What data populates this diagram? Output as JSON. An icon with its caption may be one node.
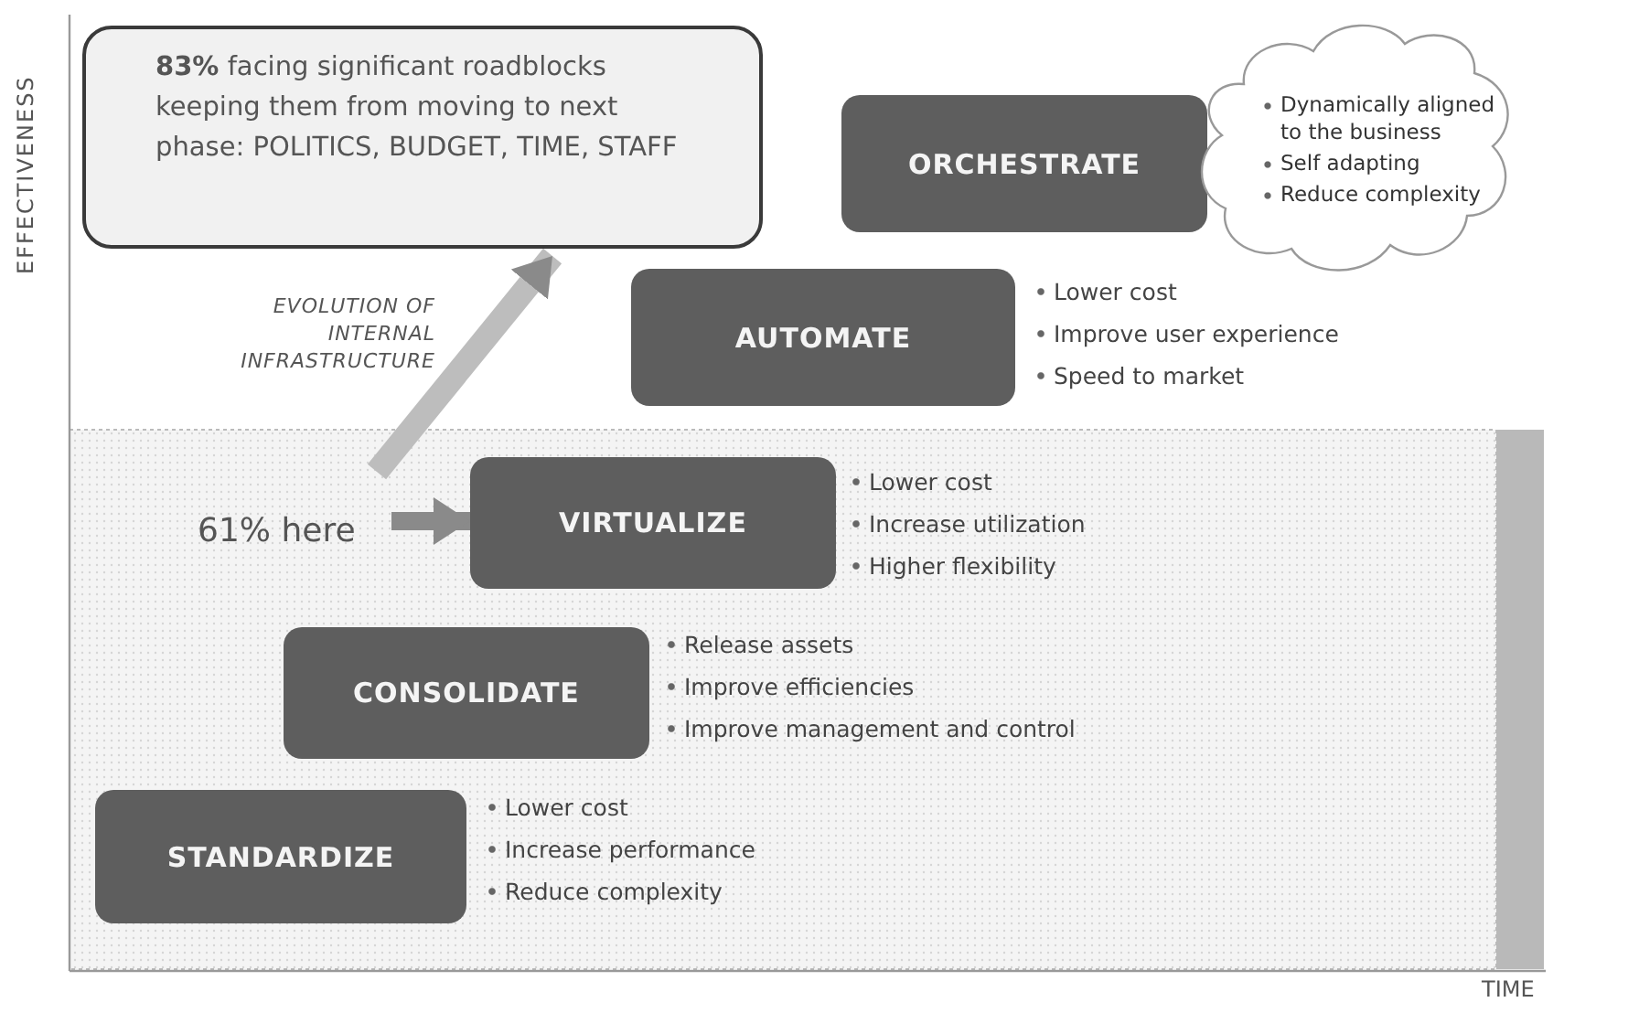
{
  "diagram": {
    "nodes": [
      {
        "text": [
          "**83%** facing significant roadblocks keeping them from moving to next phase: POLITICS, BUDGET, TIME, STAFF"
        ]
      },
      {
        "text": [
          "ORCHESTRATE"
        ]
      },
      {
        "text": [
          "Dynamically aligned to the business",
          "Self adapting",
          "Reduce complexity"
        ]
      },
      {
        "text": [
          "AUTOMATE"
        ],
        "beside": [
          "Lower cost",
          "Improve user experience",
          "Speed to market"
        ]
      },
      {
        "text": [
          "61% here"
        ]
      },
      {
        "text": [
          "VIRTUALIZE"
        ],
        "beside": [
          "Lower cost",
          "Increase utilization",
          "Higher flexibility"
        ]
      },
      {
        "text": [
          "CONSOLIDATE"
        ],
        "beside": [
          "Release assets",
          "Improve efficiencies",
          "Improve management and control"
        ]
      },
      {
        "text": [
          "STANDARDIZE"
        ],
        "beside": [
          "Lower cost",
          "Increase performance",
          "Reduce complexity"
        ]
      }
    ],
    "edges": [
      {
        "from": 4,
        "to": 5,
        "arrow": "to"
      }
    ],
    "labels": [
      "EFFECTIVENESS",
      "EVOLUTION OF INTERNAL INFRASTRUCTURE",
      "TIME"
    ]
  }
}
